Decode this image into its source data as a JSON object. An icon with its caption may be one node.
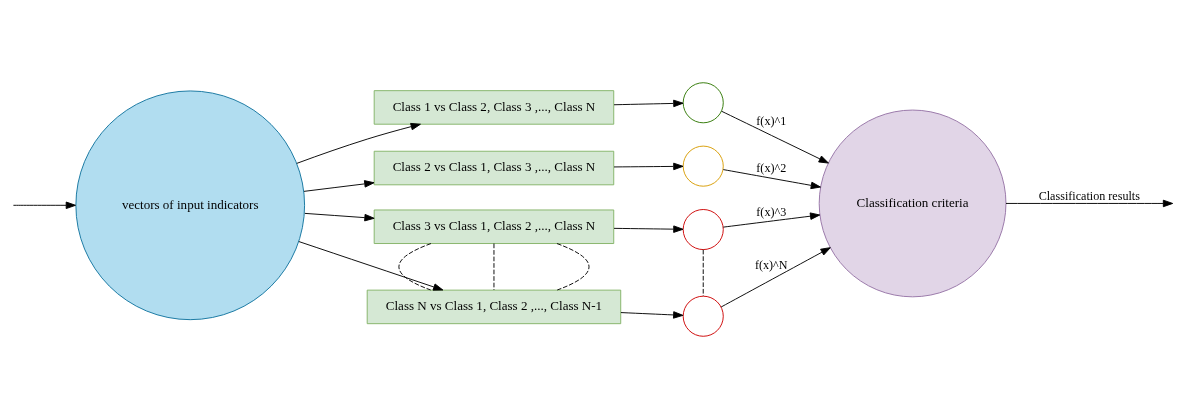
{
  "diagram": {
    "nodes": [
      {
        "text": [
          "vectors of input indicators"
        ]
      },
      {
        "text": [
          "Class 1 vs Class 2, Class 3 ,..., Class N"
        ]
      },
      {
        "text": [
          "Class 2 vs Class 1, Class 3 ,..., Class N"
        ]
      },
      {
        "text": [
          "Class 3 vs Class 1, Class 2 ,..., Class N"
        ]
      },
      {
        "text": [
          "Class N vs Class 1, Class 2 ,..., Class N-1"
        ]
      },
      {
        "text": [],
        "shape": "circle"
      },
      {
        "text": [],
        "shape": "circle"
      },
      {
        "text": [],
        "shape": "circle"
      },
      {
        "text": [],
        "shape": "circle"
      },
      {
        "text": [
          "Classification criteria"
        ]
      }
    ],
    "edges": [
      {
        "from": null,
        "to": 0,
        "arrow": "to"
      },
      {
        "from": 0,
        "to": 1,
        "arrow": "to"
      },
      {
        "from": 0,
        "to": 2,
        "arrow": "to"
      },
      {
        "from": 0,
        "to": 3,
        "arrow": "to"
      },
      {
        "from": 0,
        "to": 4,
        "arrow": "to"
      },
      {
        "from": 1,
        "to": 5,
        "arrow": "to"
      },
      {
        "from": 2,
        "to": 6,
        "arrow": "to"
      },
      {
        "from": 3,
        "to": 7,
        "arrow": "to"
      },
      {
        "from": 4,
        "to": 8,
        "arrow": "to"
      },
      {
        "from": 3,
        "to": 4,
        "arrow": "none",
        "style": "dashed"
      },
      {
        "from": 3,
        "to": 4,
        "arrow": "none",
        "style": "dashed"
      },
      {
        "from": 3,
        "to": 4,
        "arrow": "none",
        "style": "dashed"
      },
      {
        "from": 7,
        "to": 8,
        "arrow": "none",
        "style": "dashed"
      },
      {
        "from": 5,
        "to": 9,
        "label": "f(x)^1",
        "arrow": "to"
      },
      {
        "from": 6,
        "to": 9,
        "label": "f(x)^2",
        "arrow": "to"
      },
      {
        "from": 7,
        "to": 9,
        "label": "f(x)^3",
        "arrow": "to"
      },
      {
        "from": 8,
        "to": 9,
        "label": "f(x)^N",
        "arrow": "to"
      },
      {
        "from": 9,
        "to": null,
        "label": "Classification results",
        "arrow": "to"
      }
    ]
  }
}
